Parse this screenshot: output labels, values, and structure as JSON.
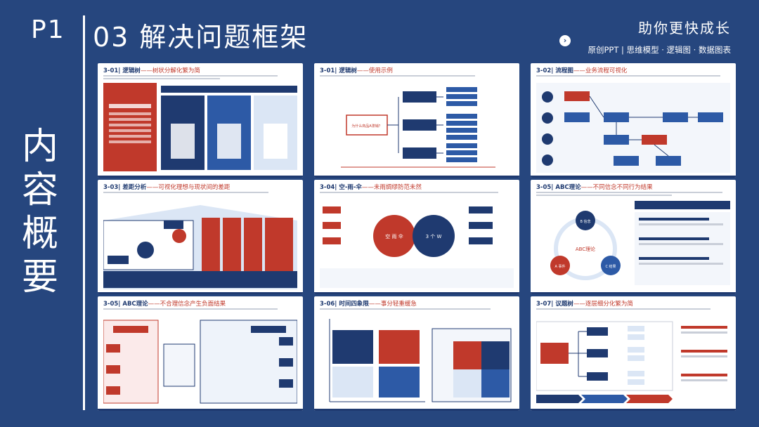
{
  "header": {
    "page_number": "P1",
    "title": "03 解决问题框架",
    "slogan": "助你更快成长",
    "subtitle": "原创PPT | 思维模型 · 逻辑图 · 数据图表"
  },
  "side_title": [
    "内",
    "容",
    "概",
    "要"
  ],
  "slides": [
    {
      "num": "3-01",
      "name": "逻辑树",
      "desc": "——树状分解化繁为简"
    },
    {
      "num": "3-01",
      "name": "逻辑树",
      "desc": "——使用示例"
    },
    {
      "num": "3-02",
      "name": "流程图",
      "desc": "——业务流程可视化"
    },
    {
      "num": "3-03",
      "name": "差距分析",
      "desc": "——可视化理想与现状间的差距"
    },
    {
      "num": "3-04",
      "name": "空-雨-伞",
      "desc": "——未雨绸缪防范未然"
    },
    {
      "num": "3-05",
      "name": "ABC理论",
      "desc": "——不同信念不同行为结果"
    },
    {
      "num": "3-05",
      "name": "ABC理论",
      "desc": "——不合理信念产生负面结果"
    },
    {
      "num": "3-06",
      "name": "时间四象限",
      "desc": "——事分轻重缓急"
    },
    {
      "num": "3-07",
      "name": "议题树",
      "desc": "——逐层细分化繁为简"
    }
  ],
  "slide_labels": {
    "s2_root": "为什么商品A滞销？",
    "s5_core": "空 雨 伞",
    "s5_www": "3 个 W",
    "s6_center": "ABC理论",
    "s6_a": "A 事件",
    "s6_b": "B 信念",
    "s6_c": "C 结果"
  },
  "colors": {
    "background": "#26467e",
    "navy": "#1f3a70",
    "accent_red": "#c0392b",
    "light_blue": "#dbe6f5"
  }
}
